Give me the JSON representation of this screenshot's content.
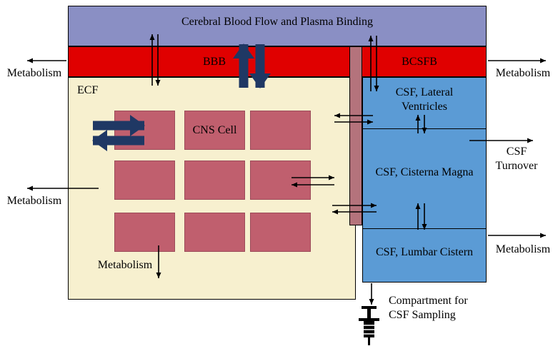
{
  "colors": {
    "blood": "#8a8fc4",
    "barrier": "#e00000",
    "ecf": "#f7f0cf",
    "cell": "#c05f6e",
    "csf": "#5b9bd5",
    "strip": "#b4737c",
    "thick_arrow": "#1f3864"
  },
  "compartments": {
    "blood": "Cerebral Blood Flow and Plasma Binding",
    "bbb": "BBB",
    "bcsfb": "BCSFB",
    "ecf": "ECF",
    "cns_cell": "CNS Cell",
    "csf_lateral_ventricles": "CSF, Lateral Ventricles",
    "csf_cisterna_magna": "CSF, Cisterna Magna",
    "csf_lumbar_cistern": "CSF, Lumbar Cistern"
  },
  "processes": {
    "metabolism": "Metabolism",
    "csf_turnover": "CSF Turnover",
    "csf_sampling": "Compartment for CSF Sampling"
  }
}
